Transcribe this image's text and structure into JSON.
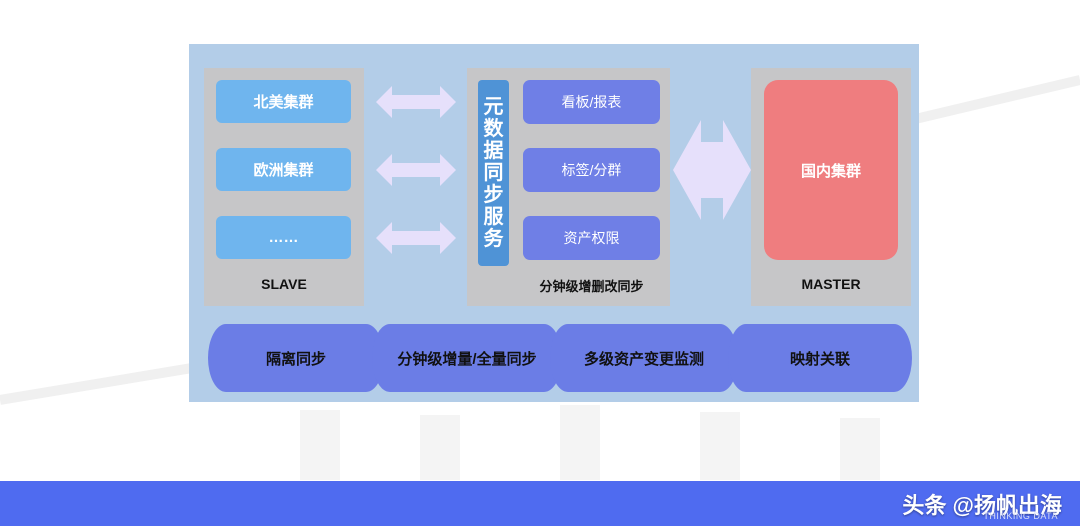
{
  "slave": {
    "label": "SLAVE",
    "clusters": [
      "北美集群",
      "欧洲集群",
      "……"
    ]
  },
  "middle": {
    "sync_service": [
      "元",
      "数",
      "据",
      "同",
      "步",
      "服",
      "务"
    ],
    "items": [
      "看板/报表",
      "标签/分群",
      "资产权限"
    ],
    "label": "分钟级增删改同步"
  },
  "master": {
    "label": "MASTER",
    "cluster": "国内集群"
  },
  "features": [
    "隔离同步",
    "分钟级增量/全量同步",
    "多级资产变更监测",
    "映射关联"
  ],
  "footer": {
    "watermark": "头条 @扬帆出海",
    "sub": "THINKING DATA"
  },
  "colors": {
    "diagram_bg": "#b3cde8",
    "panel": "#c6c6c8",
    "slave_box": "#6fb5ee",
    "middle_box": "#6f7fe6",
    "sync_vertical": "#4f93d6",
    "master_box": "#ef7d7f",
    "feature_cylinder": "#6b7de6",
    "arrow": "#e6e0fb",
    "footer": "#4f6bf0"
  }
}
